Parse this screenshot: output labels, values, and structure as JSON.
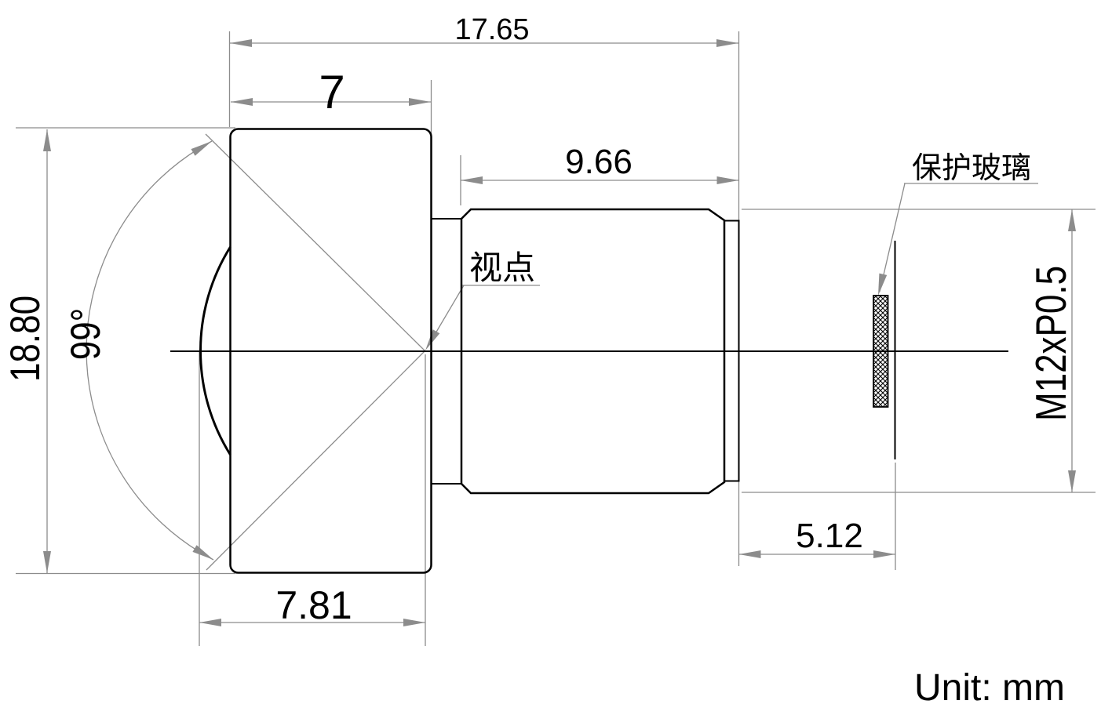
{
  "drawing": {
    "unit_note": "Unit: mm",
    "dims": {
      "total_length": "17.65",
      "head_length": "7",
      "barrel_length": "9.66",
      "head_diameter": "18.80",
      "fov_angle": "99°",
      "front_to_viewpoint": "7.81",
      "rear_to_image_plane": "5.12",
      "thread_spec": "M12xP0.5"
    },
    "labels": {
      "protective_glass": "保护玻璃",
      "viewpoint": "视点"
    },
    "colors": {
      "outline": "#000000",
      "dimension_gray": "#8c8c8c",
      "background": "#ffffff"
    }
  }
}
